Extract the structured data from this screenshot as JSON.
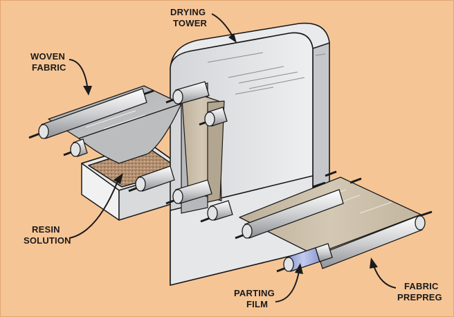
{
  "labels": {
    "drying_tower": [
      "DRYING",
      "TOWER"
    ],
    "woven_fabric": [
      "WOVEN",
      "FABRIC"
    ],
    "resin_solution": [
      "RESIN",
      "SOLUTION"
    ],
    "parting_film": [
      "PARTING",
      "FILM"
    ],
    "fabric_prepreg": [
      "FABRIC",
      "PREPREG"
    ]
  },
  "colors": {
    "background": "#f6c596",
    "fabric": "#c9bca6",
    "woven": "#b9babc",
    "tower": "#dfe0e3",
    "resin": "#b08a66",
    "film": "#9aa6d6",
    "outline": "#1a1a1a"
  }
}
